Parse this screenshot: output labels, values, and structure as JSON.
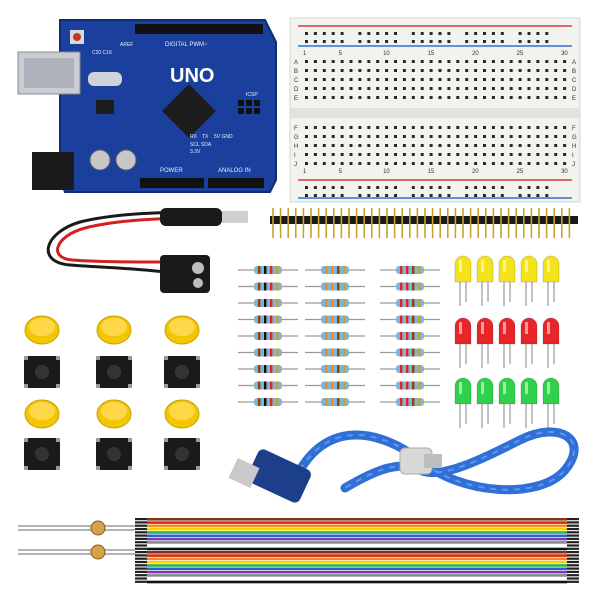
{
  "image": {
    "colors": {
      "background": "#ffffff",
      "pcb": "#1b3f9c",
      "pcb_dark": "#12307e",
      "breadboard": "#f2f2ee",
      "rail_red": "#d93a3a",
      "rail_blue": "#2f6fcf",
      "usb_cable": "#2f6fd6",
      "cap_yellow": "#f2c600",
      "led_yellow": "#f4e21a",
      "led_red": "#e8262a",
      "led_green": "#2fd04a",
      "resistor_body": "#7fb6d8",
      "header_black": "#1a1a1a"
    },
    "arduino": {
      "brand_logo": "UNO",
      "silk_top": "DIGITAL PWM~",
      "silk_power": "POWER",
      "silk_analog": "ANALOG IN",
      "silk_icsp": "ICSP",
      "silk_rx": "RX",
      "silk_tx": "TX",
      "silk_pins": "5V  GND",
      "silk_sda": "SCL SDA",
      "silk_33": "3.3V",
      "silk_c": "C20 C16",
      "silk_aref": "AREF"
    },
    "breadboard": {
      "column_numbers": [
        "1",
        "5",
        "10",
        "15",
        "20",
        "25",
        "30"
      ],
      "rows_top": [
        "A",
        "B",
        "C",
        "D",
        "E"
      ],
      "rows_bottom": [
        "F",
        "G",
        "H",
        "I",
        "J"
      ]
    },
    "parts": {
      "resistor_columns": 3,
      "resistors_per_column": 9,
      "led_columns": 5,
      "button_count": 6,
      "jumper_wire_colors": [
        "#7a3b12",
        "#e0251f",
        "#f08a1a",
        "#f5d400",
        "#2db24a",
        "#2a62d6",
        "#7a3aa8",
        "#8a8a8a",
        "#ffffff",
        "#111111"
      ]
    }
  }
}
